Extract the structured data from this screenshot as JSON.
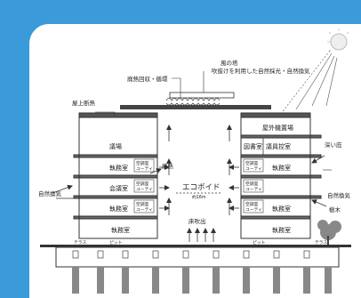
{
  "diagram": {
    "labels": {
      "wind_tower": "風の塔",
      "wind_tower_desc": "吹抜けを利用した自然採光・自然換気",
      "heat_recovery": "廃熱回収・循環",
      "roof_insulation": "屋上断熱",
      "exhaust": "廃熱",
      "natural_ventilation_left": "自然換気",
      "natural_ventilation_right": "自然換気",
      "eco_void": "エコボイド",
      "eco_void_dim": "約16m",
      "deep_eaves": "深い庇",
      "tall_trees": "樹木",
      "floor_outlet": "床吹出",
      "terrace_left": "テラス",
      "terrace_right": "テラス",
      "pit_left": "ピット",
      "pit_right": "ピット"
    },
    "rooms": {
      "assembly_hall": "議場",
      "office_l3": "執務室",
      "meeting_room": "会議室",
      "office_l2": "執務室",
      "office_l1": "執務室",
      "outdoor_plaza": "屋外機置場",
      "library": "図書室",
      "members_lounge": "議員控室",
      "office_r3": "執務室",
      "office_r2": "執務室",
      "office_r1": "執務室"
    },
    "equipment": {
      "cooler_line1": "空調室",
      "cooler_line2": "ユーティ"
    }
  }
}
